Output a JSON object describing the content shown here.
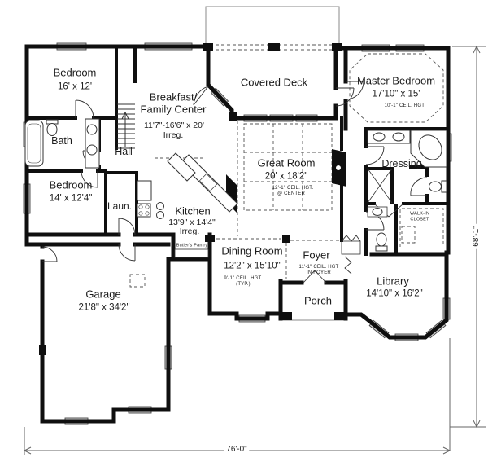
{
  "rooms": {
    "bedroom1": {
      "name": "Bedroom",
      "dims": "16' x 12'"
    },
    "breakfast": {
      "name1": "Breakfast/",
      "name2": "Family Center",
      "dims": "11'7\"-16'6\" x 20'",
      "note": "Irreg."
    },
    "covered_deck": {
      "name": "Covered Deck"
    },
    "master_bedroom": {
      "name": "Master Bedroom",
      "dims": "17'10\" x 15'",
      "ceiling": "10'-1\" CEIL. HGT."
    },
    "great_room": {
      "name": "Great Room",
      "dims": "20' x 18'2\"",
      "ceiling1": "12'-1\" CEIL. HGT.",
      "ceiling2": "@ CENTER"
    },
    "bath": {
      "name": "Bath"
    },
    "hall": {
      "name": "Hall"
    },
    "bedroom2": {
      "name": "Bedroom",
      "dims": "14' x 12'4\""
    },
    "laundry": {
      "name": "Laun."
    },
    "kitchen": {
      "name": "Kitchen",
      "dims": "13'9\" x 14'4\"",
      "note": "Irreg."
    },
    "butlers_pantry": {
      "name": "Butler's Pantry"
    },
    "dressing": {
      "name": "Dressing"
    },
    "walk_in_closet": {
      "name1": "WALK-IN",
      "name2": "CLOSET"
    },
    "dining_room": {
      "name": "Dining Room",
      "dims": "12'2\" x 15'10\"",
      "ceiling1": "9'-1\" CEIL. HGT.",
      "ceiling2": "(TYP.)"
    },
    "foyer": {
      "name": "Foyer",
      "ceiling1": "11'-1\" CEIL. HGT",
      "ceiling2": "IN FOYER"
    },
    "porch": {
      "name": "Porch"
    },
    "library": {
      "name": "Library",
      "dims": "14'10\" x 16'2\""
    },
    "garage": {
      "name": "Garage",
      "dims": "21'8\" x 34'2\""
    }
  },
  "overall_dimensions": {
    "width": "76'-0\"",
    "height": "68'-1\""
  },
  "colors": {
    "walls": "#111111",
    "thin_lines": "#777777",
    "window_fill": "#c8c8c8",
    "background": "#ffffff",
    "text": "#1c1c1c"
  }
}
